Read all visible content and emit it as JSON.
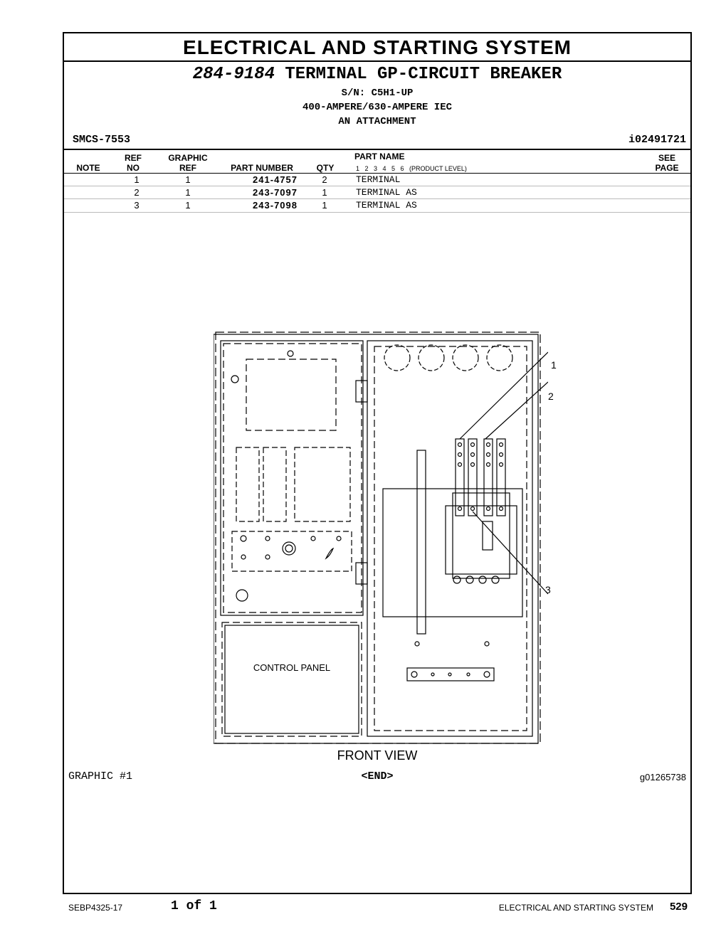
{
  "section_title": "ELECTRICAL AND STARTING SYSTEM",
  "group": {
    "part_number": "284-9184",
    "name": "TERMINAL GP-CIRCUIT BREAKER",
    "serial": "S/N: C5H1-UP",
    "rating": "400-AMPERE/630-AMPERE IEC",
    "attachment": "AN ATTACHMENT"
  },
  "smcs": "SMCS-7553",
  "illustration_id": "i02491721",
  "table": {
    "headers": {
      "note": "NOTE",
      "ref_top": "REF",
      "ref_bottom": "NO",
      "graphic_top": "GRAPHIC",
      "graphic_bottom": "REF",
      "part_number": "PART NUMBER",
      "qty": "QTY",
      "part_name": "PART NAME",
      "levels": "1   2   3   4   5   6   (PRODUCT LEVEL)",
      "see_top": "SEE",
      "see_bottom": "PAGE"
    },
    "rows": [
      {
        "ref": "1",
        "graphic": "1",
        "part_number": "241-4757",
        "qty": "2",
        "name": "TERMINAL"
      },
      {
        "ref": "2",
        "graphic": "1",
        "part_number": "243-7097",
        "qty": "1",
        "name": "TERMINAL AS"
      },
      {
        "ref": "3",
        "graphic": "1",
        "part_number": "243-7098",
        "qty": "1",
        "name": "TERMINAL AS"
      }
    ]
  },
  "drawing": {
    "callouts": [
      "1",
      "2",
      "3"
    ],
    "control_panel_label": "CONTROL PANEL",
    "view_label": "FRONT VIEW"
  },
  "graphic_label": "GRAPHIC #1",
  "end_marker": "<END>",
  "graphic_id": "g01265738",
  "footer": {
    "doc_id": "SEBP4325-17",
    "page_of": "1 of 1",
    "section": "ELECTRICAL AND STARTING SYSTEM",
    "page_number": "529"
  }
}
